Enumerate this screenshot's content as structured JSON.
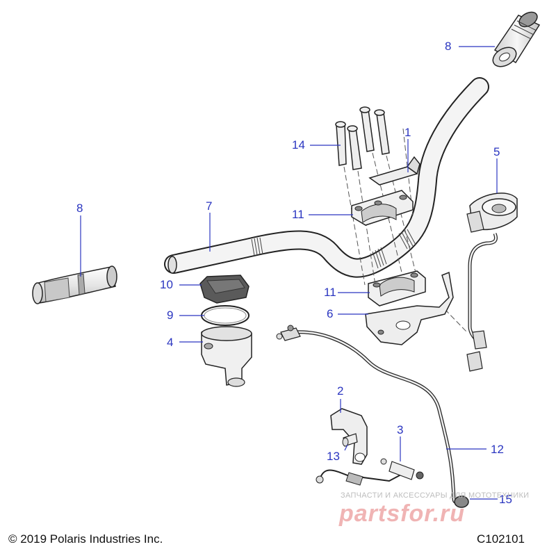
{
  "callouts": [
    {
      "id": "c8a",
      "text": "8"
    },
    {
      "id": "c14",
      "text": "14"
    },
    {
      "id": "c1",
      "text": "1"
    },
    {
      "id": "c5",
      "text": "5"
    },
    {
      "id": "c8b",
      "text": "8"
    },
    {
      "id": "c7",
      "text": "7"
    },
    {
      "id": "c11a",
      "text": "11"
    },
    {
      "id": "c10",
      "text": "10"
    },
    {
      "id": "c11b",
      "text": "11"
    },
    {
      "id": "c9",
      "text": "9"
    },
    {
      "id": "c6",
      "text": "6"
    },
    {
      "id": "c4",
      "text": "4"
    },
    {
      "id": "c2",
      "text": "2"
    },
    {
      "id": "c3",
      "text": "3"
    },
    {
      "id": "c12",
      "text": "12"
    },
    {
      "id": "c13",
      "text": "13"
    },
    {
      "id": "c15",
      "text": "15"
    }
  ],
  "footer": {
    "copyright": "© 2019 Polaris Industries Inc.",
    "code": "C102101"
  },
  "watermark": {
    "tagline": "ЗАПЧАСТИ И АКСЕССУАРЫ ДЛЯ МОТОТЕХНИКИ",
    "logo": "partsfor.ru"
  },
  "colors": {
    "callout": "#2a35c0",
    "line_art": "#222222",
    "part_fill": "#f2f2f2"
  }
}
